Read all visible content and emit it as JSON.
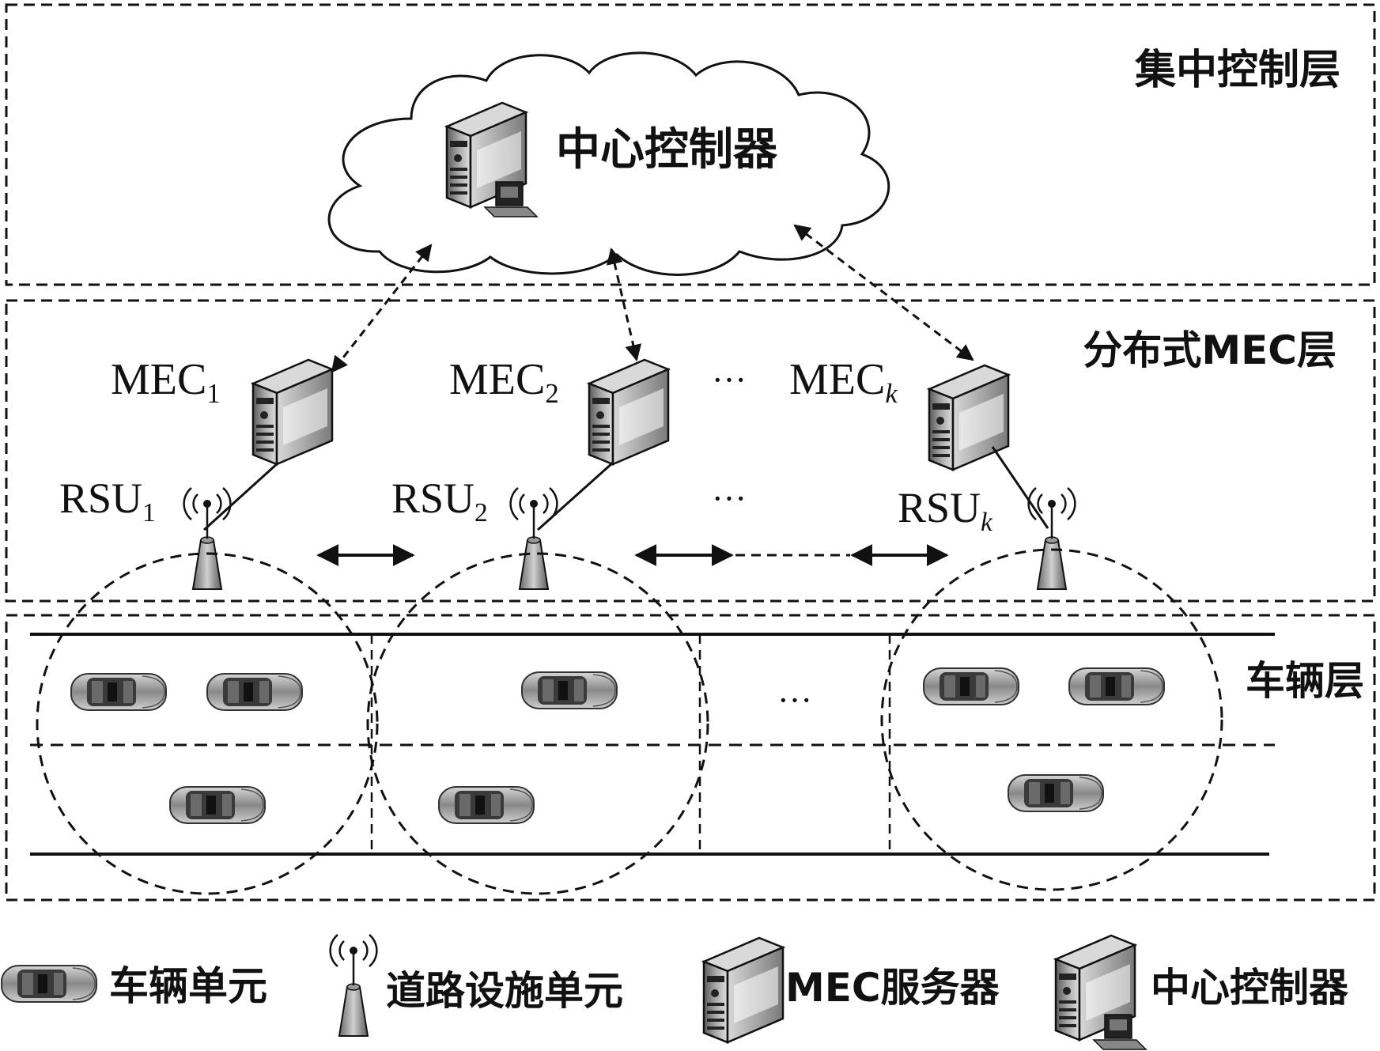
{
  "layers": {
    "central": "集中控制层",
    "distributed": "分布式MEC层",
    "vehicle": "车辆层"
  },
  "cloud": {
    "label": "中心控制器",
    "icon": "central-controller-icon"
  },
  "mec_nodes": [
    {
      "base": "MEC",
      "sub": "1",
      "sub_italic": false
    },
    {
      "base": "MEC",
      "sub": "2",
      "sub_italic": false
    },
    {
      "base": "MEC",
      "sub": "k",
      "sub_italic": true
    }
  ],
  "rsu_nodes": [
    {
      "base": "RSU",
      "sub": "1",
      "sub_italic": false
    },
    {
      "base": "RSU",
      "sub": "2",
      "sub_italic": false
    },
    {
      "base": "RSU",
      "sub": "k",
      "sub_italic": true
    }
  ],
  "ellipsis": "···",
  "legend": {
    "vehicle": "车辆单元",
    "rsu": "道路设施单元",
    "mec": "MEC服务器",
    "controller": "中心控制器"
  },
  "colors": {
    "line": "#111111",
    "car_body": "#8f8f8f",
    "car_roof": "#3a3a3a",
    "server_dark": "#4a4a4a",
    "server_light": "#bdbdbd"
  }
}
